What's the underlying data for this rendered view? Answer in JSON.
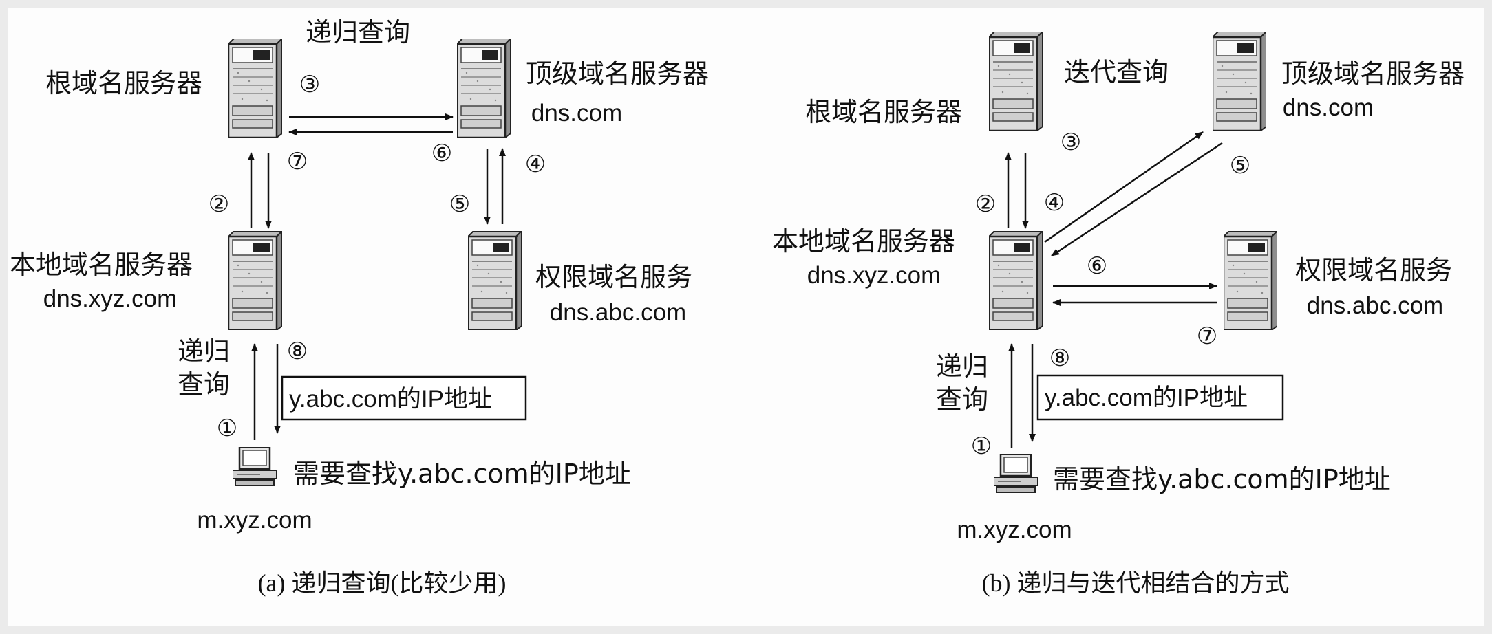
{
  "left": {
    "title": "递归查询",
    "root_label": "根域名服务器",
    "tld_label": "顶级域名服务器",
    "tld_domain": "dns.com",
    "local_label": "本地域名服务器",
    "local_domain": "dns.xyz.com",
    "auth_label": "权限域名服务",
    "auth_domain": "dns.abc.com",
    "query_label_1": "递归",
    "query_label_2": "查询",
    "result_box": "y.abc.com的IP地址",
    "host_note": "需要查找y.abc.com的IP地址",
    "host_name": "m.xyz.com",
    "caption": "(a) 递归查询(比较少用)",
    "steps": [
      "①",
      "②",
      "③",
      "④",
      "⑤",
      "⑥",
      "⑦",
      "⑧"
    ]
  },
  "right": {
    "title": "迭代查询",
    "root_label": "根域名服务器",
    "tld_label": "顶级域名服务器",
    "tld_domain": "dns.com",
    "local_label": "本地域名服务器",
    "local_domain": "dns.xyz.com",
    "auth_label": "权限域名服务",
    "auth_domain": "dns.abc.com",
    "query_label_1": "递归",
    "query_label_2": "查询",
    "result_box": "y.abc.com的IP地址",
    "host_note": "需要查找y.abc.com的IP地址",
    "host_name": "m.xyz.com",
    "caption": "(b) 递归与迭代相结合的方式",
    "steps": [
      "①",
      "②",
      "③",
      "④",
      "⑤",
      "⑥",
      "⑦",
      "⑧"
    ]
  }
}
